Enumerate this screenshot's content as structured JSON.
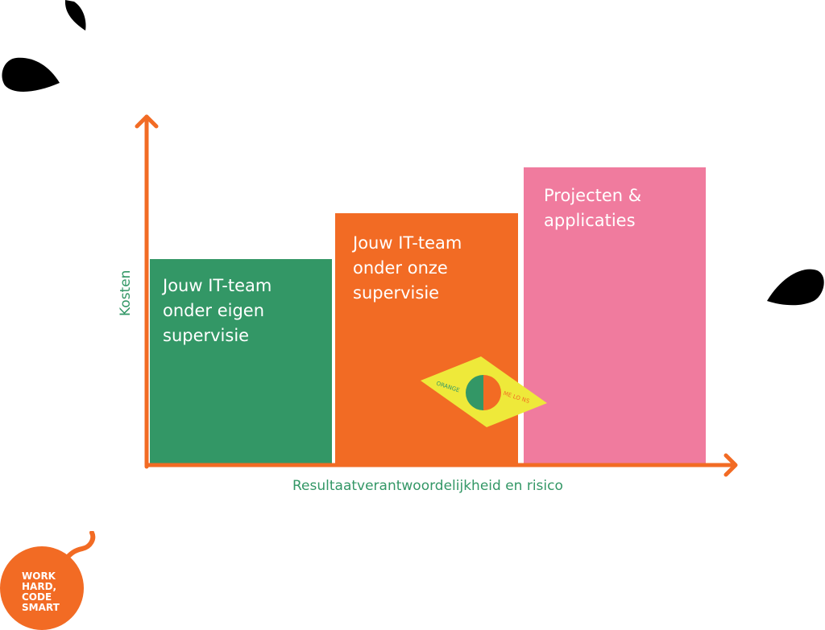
{
  "colors": {
    "green": "#339766",
    "orange": "#f26b24",
    "pink": "#f07b9e",
    "badge_yellow": "#eee93a",
    "black": "#000000"
  },
  "axes": {
    "x_label": "Resultaatverantwoordelijkheid en risico",
    "y_label": "Kosten"
  },
  "bars": [
    {
      "label": "Jouw IT-team\nonder eigen\nsupervisie",
      "color": "green"
    },
    {
      "label": "Jouw IT-team\nonder onze\nsupervisie",
      "color": "orange"
    },
    {
      "label": "Projecten &\napplicaties",
      "color": "pink"
    }
  ],
  "badge": {
    "left_text": "ORANGE",
    "right_text": "ME LO NS"
  },
  "logo": {
    "text": "WORK\nHARD,\nCODE\nSMART"
  },
  "icons": [
    "drop-icon",
    "bomb-logo-icon",
    "diamond-badge-icon"
  ]
}
